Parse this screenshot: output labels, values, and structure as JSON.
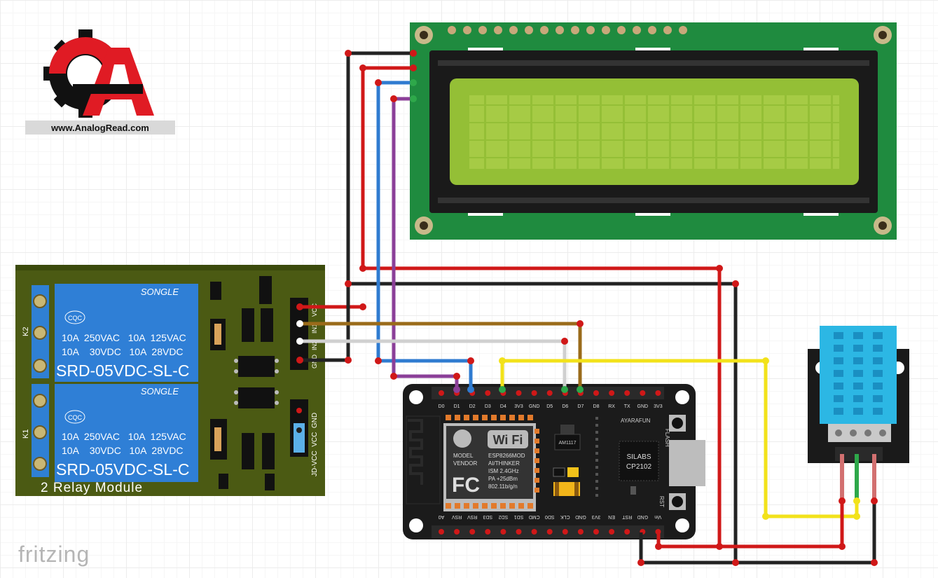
{
  "logo": {
    "website": "www.AnalogRead.com"
  },
  "watermark": "fritzing",
  "relay_module": {
    "title": "2 Relay Module",
    "brand": "SONGLE",
    "cert": "CQC",
    "rating_line1": "10A  250VAC   10A  125VAC",
    "rating_line2": "10A    30VDC   10A  28VDC",
    "model": "SRD-05VDC-SL-C",
    "k1": "K1",
    "k2": "K2",
    "pins": [
      "VCC",
      "IN1",
      "IN2",
      "GND"
    ],
    "jumper": "JD-VCC  VCC  GND"
  },
  "nodemcu": {
    "top_pins": [
      "D0",
      "D1",
      "D2",
      "D3",
      "D4",
      "3V3",
      "GND",
      "D5",
      "D6",
      "D7",
      "D8",
      "RX",
      "TX",
      "GND",
      "3V3"
    ],
    "bottom_pins": [
      "A0",
      "RSV",
      "RSV",
      "SD3",
      "SD2",
      "SD1",
      "CMD",
      "SD0",
      "CLK",
      "GND",
      "3V3",
      "EN",
      "RST",
      "GND",
      "Vin"
    ],
    "module": {
      "model_label": "MODEL",
      "vendor_label": "VENDOR",
      "model": "ESP8266MOD",
      "vendor": "AI/THINKER",
      "ism": "ISM 2.4GHz",
      "pa": "PA +25dBm",
      "wifi_std": "802.11b/g/n",
      "wifi_logo": "Wi Fi",
      "fcc": "FC"
    },
    "regulator": "AM1117",
    "brand": "AYARAFUN",
    "usb_chip_line1": "SILABS",
    "usb_chip_line2": "CP2102",
    "flash": "FLASH",
    "rst": "RST"
  },
  "colors": {
    "wire_red": "#d01818",
    "wire_black": "#222222",
    "wire_blue": "#2f7bd0",
    "wire_purple": "#8b3f98",
    "wire_yellow": "#f2e21a",
    "wire_brown": "#9a6b1a",
    "wire_white": "#d8d8d8",
    "wire_green": "#2ea84a",
    "lcd_pcb": "#1e8a3e",
    "lcd_screen": "#9cc33c",
    "relay_pcb": "#4a5a12",
    "relay_blue": "#2f7fd6",
    "dht_blue": "#29b8e6"
  }
}
